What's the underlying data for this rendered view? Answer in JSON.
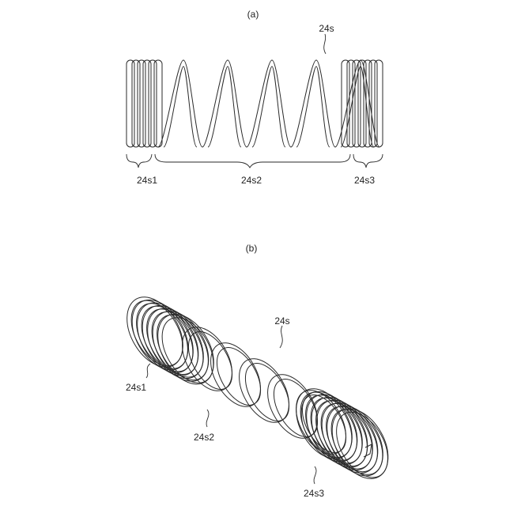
{
  "figure_a": {
    "caption": "(a)",
    "labels": {
      "spring": "24s",
      "end_left": "24s1",
      "middle": "24s2",
      "end_right": "24s3"
    }
  },
  "figure_b": {
    "caption": "(b)",
    "labels": {
      "spring": "24s",
      "end_left": "24s1",
      "middle": "24s2",
      "end_right": "24s3"
    }
  }
}
